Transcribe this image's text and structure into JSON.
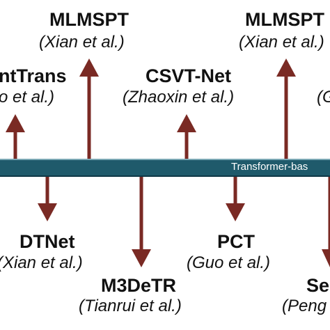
{
  "colors": {
    "arrow": "#7a2a24",
    "timeline": "#1f5a6b",
    "text": "#111111"
  },
  "timeline": {
    "label": "Transformer-bas"
  },
  "items": [
    {
      "id": "mlmspt-1",
      "name": "MLMSPT",
      "author": "(Xian et al.)",
      "direction": "up"
    },
    {
      "id": "pointtrans",
      "name": "ntTrans",
      "author": "o et al.)",
      "direction": "up"
    },
    {
      "id": "csvt-net",
      "name": "CSVT-Net",
      "author": "(Zhaoxin et al.)",
      "direction": "up"
    },
    {
      "id": "mlmspt-2",
      "name": "MLMSPT",
      "author": "(Xian et al.)",
      "direction": "up"
    },
    {
      "id": "edge-right-top",
      "name": "",
      "author": "(G",
      "direction": "up"
    },
    {
      "id": "dtnet",
      "name": "DTNet",
      "author": "(Xian et al.)",
      "direction": "down"
    },
    {
      "id": "m3detr",
      "name": "M3DeTR",
      "author": "(Tianrui et al.)",
      "direction": "down"
    },
    {
      "id": "pct",
      "name": "PCT",
      "author": "(Guo et al.)",
      "direction": "down"
    },
    {
      "id": "edge-right-bottom",
      "name": "Se",
      "author": "(Peng",
      "direction": "down"
    }
  ]
}
